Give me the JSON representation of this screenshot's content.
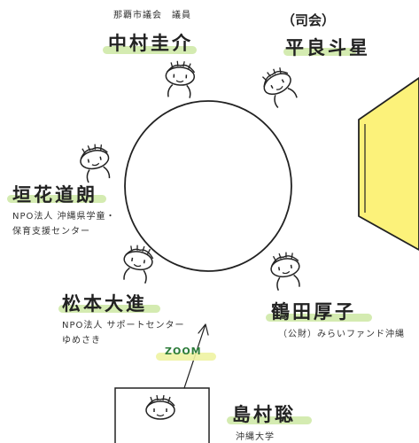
{
  "participants": {
    "top_left": {
      "name": "中村圭介",
      "title": "那覇市議会　議員"
    },
    "moderator_tag": "（司会）",
    "top_right": {
      "name": "平良斗星"
    },
    "left": {
      "name": "垣花道朗",
      "org_line1": "NPO法人 沖縄県学童・",
      "org_line2": "保育支援センター"
    },
    "bottom_left": {
      "name": "松本大進",
      "org_line1": "NPO法人 サポートセンター",
      "org_line2": "ゆめさき"
    },
    "bottom_right": {
      "name": "鶴田厚子",
      "org": "（公財）みらいファンド沖縄"
    },
    "inset": {
      "name": "島村聡",
      "org": "沖縄大学"
    }
  },
  "zoom_label": "ZOOM",
  "colors": {
    "highlight": "#cfe9a8",
    "screen_fill": "#fcf27a",
    "zoom_text": "#2d7c3a"
  }
}
